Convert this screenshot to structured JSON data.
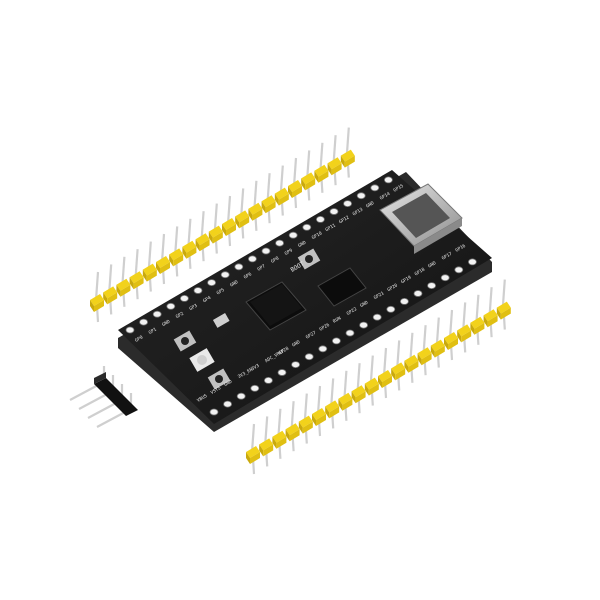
{
  "photo": {
    "board_silkscreen": {
      "boot_label": "BOOT",
      "gnd_label": "GND",
      "gp_labels_top": [
        "GP0",
        "GP1",
        "GND",
        "GP2",
        "GP3",
        "GP4",
        "GP5",
        "GND",
        "GP6",
        "GP7",
        "GP8",
        "GP9",
        "GND",
        "GP10",
        "GP11",
        "GP12",
        "GP13",
        "GND",
        "GP14",
        "GP15"
      ],
      "gp_labels_bottom": [
        "VBUS",
        "VSYS",
        "GND",
        "3V3_EN",
        "3V3",
        "ADC_VREF",
        "GP28",
        "GND",
        "GP27",
        "GP26",
        "RUN",
        "GP22",
        "GND",
        "GP21",
        "GP20",
        "GP19",
        "GP18",
        "GND",
        "GP17",
        "GP16"
      ]
    },
    "colors": {
      "pcb": "#1a1a1a",
      "pcb_edge": "#2b2b2b",
      "header_plastic": "#f2d21b",
      "header_plastic_dark": "#c9a90c",
      "pin_metal": "#cfcfcf",
      "black_header": "#111111",
      "usb_metal": "#bdbdbd"
    }
  }
}
